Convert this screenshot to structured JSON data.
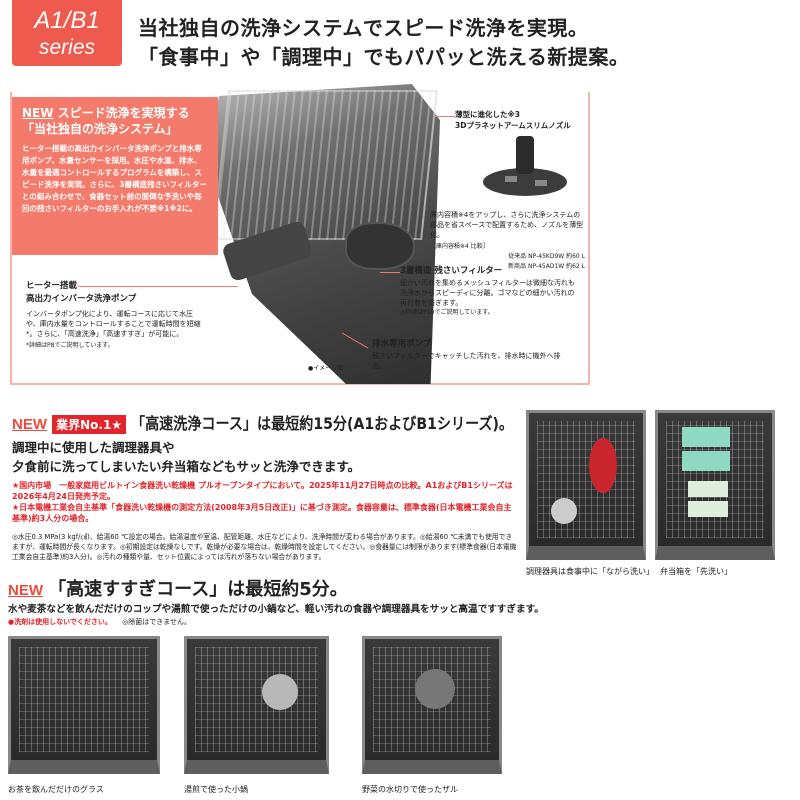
{
  "badge": {
    "line1": "A1/B1",
    "line2": "series"
  },
  "headline": [
    "当社独自の洗浄システムでスピード洗浄を実現。",
    "「食事中」や「調理中」でもパパッと洗える新提案。"
  ],
  "feature": {
    "new_label": "NEW",
    "title1": "スピード洗浄を実現する",
    "title2": "「当社独自の洗浄システム」",
    "body": "ヒーター搭載の高出力インバータ洗浄ポンプと排水専用ポンプ、水量センサーを採用。水圧や水温、排水、水量を最適コントロールするプログラムを構築し、スピード洗浄を実現。さらに、3層構造残さいフィルターとの組み合わせで、食器セット前の面倒な予洗いや毎回の残さいフィルターのお手入れが不要※1※2に。"
  },
  "callouts": {
    "pump": {
      "title1": "ヒーター搭載",
      "title2": "高出力インバータ洗浄ポンプ",
      "body": "インバータポンプ化により、運転コースに応じて水圧や、庫内水量をコントロールすることで運転時間を短縮*。さらに、「高速洗浄」「高速すすぎ」が可能に。",
      "note": "*詳細はP8でご説明しています。"
    },
    "nozzle": {
      "title1": "薄型に進化した※3",
      "title2": "3Dプラネットアームスリムノズル",
      "body": "庫内容積※4をアップし、さらに洗浄システムの部品を省スペースで配置するため、ノズルを薄型化。",
      "compare_label": "［庫内容積※4 比較］",
      "old": "従来品 NP-45KD9W 約60 L",
      "new": "新商品 NP-45AD1W 約62 L"
    },
    "filter": {
      "title": "3層構造 残さいフィルター",
      "body": "細かい汚れを集めるメッシュフィルターは微細な汚れも洗浄水からスピーディに分離。ゴマなどの細かい汚れの再付着を防ぎます。",
      "note": "◎詳細はP10でご説明しています。"
    },
    "drain": {
      "title": "排水専用ポンプ",
      "body": "残さいフィルターでキャッチした汚れを、排水時に機外へ排出。"
    },
    "image_note": "●イメージ図"
  },
  "quick_wash": {
    "new_label": "NEW",
    "rank_badge": "業界No.1★",
    "title": "「高速洗浄コース」は最短約15分(A1およびB1シリーズ)。",
    "lead1": "調理中に使用した調理器具や",
    "lead2": "夕食前に洗ってしまいたい弁当箱などもサッと洗浄できます。",
    "notes_red": [
      "★国内市場　一般家庭用ビルトイン食器洗い乾燥機 プルオープンタイプにおいて。2025年11月27日時点の比較。A1およびB1シリーズは2026年4月24日発売予定。",
      "★日本電機工業会自主基準「食器洗い乾燥機の測定方法(2008年3月5日改正)」に基づき測定。食器容量は、標準食器(日本電機工業会自主基準)約3人分の場合。"
    ],
    "notes": "◎水圧0.3 MPa(3 kgf/㎠)、給湯60 ℃設定の場合。給湯温度や室温、配管距離、水圧などにより、洗浄時間が変わる場合があります。◎給湯60 ℃未満でも使用できますが、運転時間が長くなります。◎初期設定は乾燥なしです。乾燥が必要な場合は、乾燥時間を設定してください。◎食器量には制限があります(標準食器(日本電機工業会自主基準)約3人分)。◎汚れの種類や量、セット位置によっては汚れが落ちない場合があります。",
    "photos": [
      {
        "caption": "調理器具は食事中に「ながら洗い」"
      },
      {
        "caption": "弁当箱を「先洗い」"
      }
    ]
  },
  "quick_rinse": {
    "new_label": "NEW",
    "title": "「高速すすぎコース」は最短約5分。",
    "lead": "水や麦茶などを飲んだだけのコップや湯煎で使っただけの小鍋など、軽い汚れの食器や調理器具をサッと高温ですすぎます。",
    "warning": "●洗剤は使用しないでください。",
    "note": "◎除菌はできません。",
    "photos": [
      {
        "caption": "お茶を飲んだだけのグラス"
      },
      {
        "caption": "湯煎で使った小鍋"
      },
      {
        "caption": "野菜の水切りで使ったザル"
      }
    ]
  },
  "colors": {
    "brand": "#ef5a4f",
    "panel": "#f47b6c",
    "red": "#e3242b"
  }
}
